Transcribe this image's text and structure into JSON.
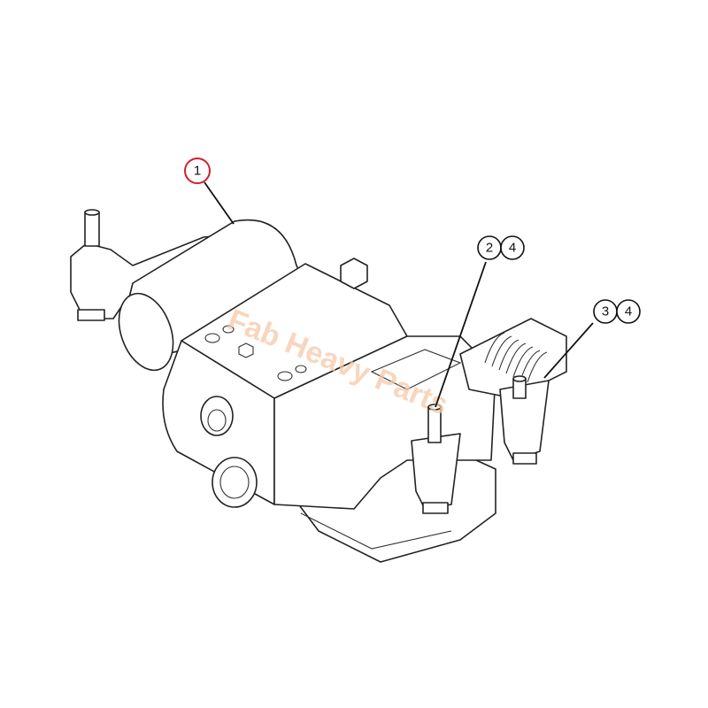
{
  "diagram": {
    "callouts": [
      {
        "id": "callout-1",
        "labels": [
          "1"
        ],
        "highlight_color": "#d0202a"
      },
      {
        "id": "callout-2-4",
        "labels": [
          "2",
          "4"
        ]
      },
      {
        "id": "callout-3-4",
        "labels": [
          "3",
          "4"
        ]
      }
    ],
    "watermark": "Fab Heavy Parts",
    "line_color": "#222222"
  }
}
